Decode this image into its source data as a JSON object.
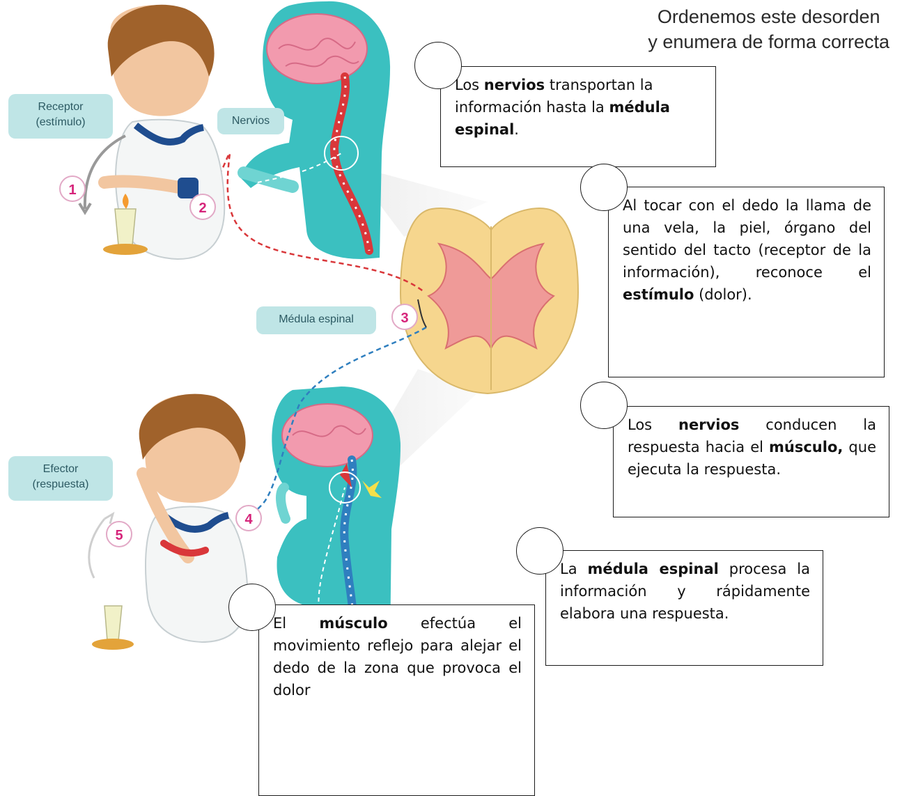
{
  "instructions": {
    "line1": "Ordenemos este desorden",
    "line2": "y enumera de forma correcta"
  },
  "diagram_labels": {
    "receptor_line1": "Receptor",
    "receptor_line2": "(estímulo)",
    "nervios": "Nervios",
    "medula": "Médula espinal",
    "efector_line1": "Efector",
    "efector_line2": "(respuesta)"
  },
  "step_numbers": [
    "1",
    "2",
    "3",
    "4",
    "5"
  ],
  "cards": {
    "nervios_medula": {
      "t1": "Los ",
      "b1": "nervios",
      "t2": " transportan la información hasta la ",
      "b2": "médula espinal",
      "t3": "."
    },
    "estimulo": {
      "t1": "Al tocar con el dedo la llama de una vela, la piel, órgano del sentido del tacto (receptor de la información), reconoce el ",
      "b1": "estímulo",
      "t2": " (dolor)."
    },
    "nervios_musculo": {
      "t1": "Los ",
      "b1": "nervios",
      "t2": " conducen la respuesta hacia el ",
      "b2": "músculo,",
      "t3": " que ejecuta la respuesta."
    },
    "medula_procesa": {
      "t1": "La ",
      "b1": "médula espinal",
      "t2": " procesa la información y rápidamente elabora una respuesta."
    },
    "musculo": {
      "t1": "El ",
      "b1": "músculo",
      "t2": " efectúa el movimiento reflejo para alejar el dedo de la zona que provoca el dolor"
    }
  },
  "colors": {
    "afferent_nerve": "#d9373a",
    "efferent_nerve": "#2f7fbf",
    "label_bg": "#bfe5e6",
    "silhouette": "#3bc0c0",
    "brain": "#f29aae",
    "spinal_cord": "#f6d68e",
    "number_text": "#d6247a"
  }
}
